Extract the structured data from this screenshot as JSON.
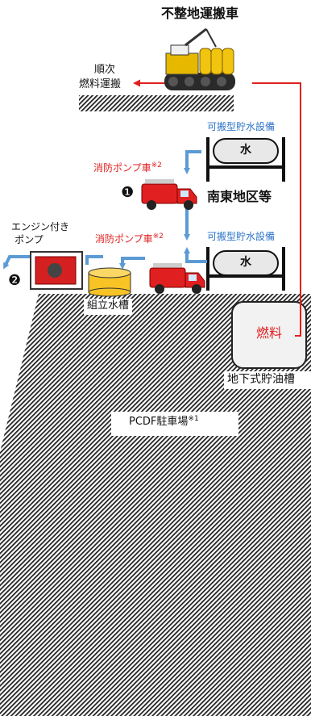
{
  "labels": {
    "offroad_vehicle": "不整地運搬車",
    "sequential": "順次",
    "fuel_transport": "燃料運搬",
    "portable_water_1": "可搬型貯水設備",
    "portable_water_2": "可搬型貯水設備",
    "fire_pump_truck_1": "消防ポンプ車",
    "fire_pump_truck_2": "消防ポンプ車",
    "note2": "※2",
    "water": "水",
    "southeast_area": "南東地区等",
    "engine_pump_line1": "エンジン付き",
    "engine_pump_line2": "ポンプ",
    "marker1": "❶",
    "marker2": "❷",
    "assembly_tank": "組立水槽",
    "fuel": "燃料",
    "underground_tank": "地下式貯油槽",
    "parking": "PCDF駐車場",
    "note1": "※1"
  },
  "colors": {
    "flow_blue": "#5b9bd5",
    "fuel_red": "#e02020",
    "label_blue": "#2e75c8",
    "tank_yellow": "#f7c325",
    "truck_red": "#e02020"
  }
}
